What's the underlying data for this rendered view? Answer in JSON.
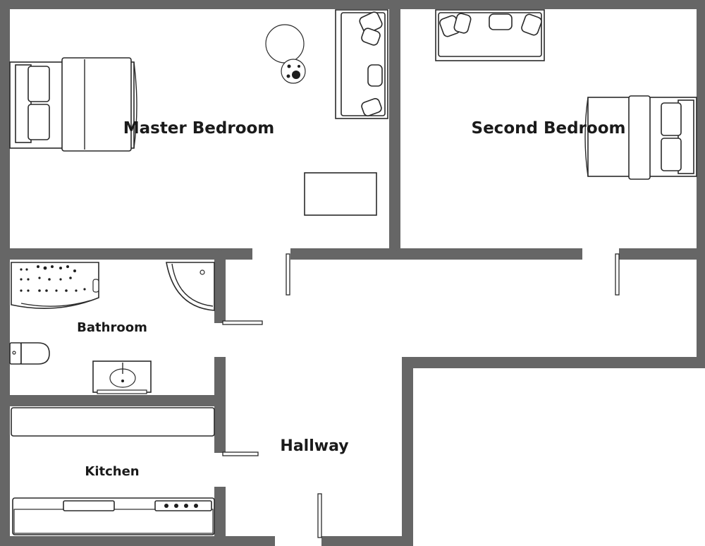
{
  "floor_plan": {
    "rooms": {
      "master_bedroom": "Master Bedroom",
      "second_bedroom": "Second Bedroom",
      "bathroom": "Bathroom",
      "kitchen": "Kitchen",
      "hallway": "Hallway"
    }
  },
  "colors": {
    "wall": "#666666",
    "floor": "#ffffff",
    "furniture_outline": "#2a2a2a",
    "label": "#1a1a1a"
  }
}
